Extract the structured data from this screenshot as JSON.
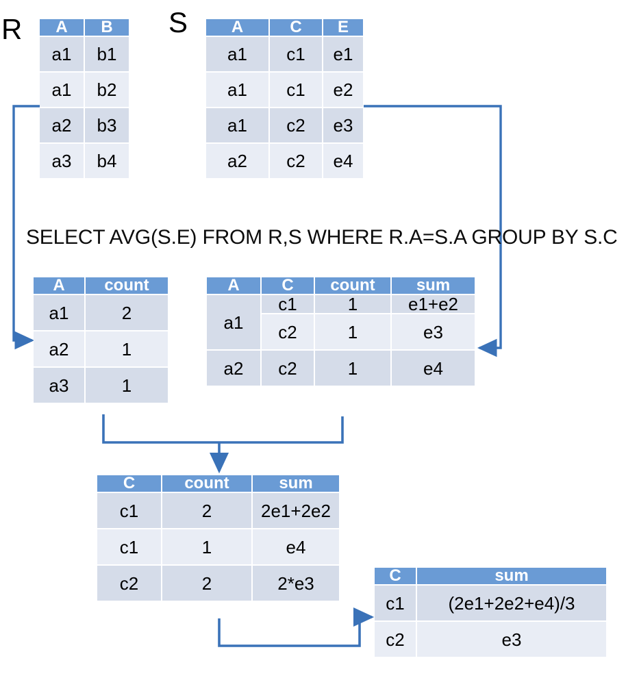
{
  "accent": {
    "header_blue": "#6a9bd5",
    "row_dark": "#d5dce9",
    "row_light": "#e9edf5",
    "arrow_blue": "#3a72b8",
    "text": "#000000"
  },
  "captions": {
    "relation_r": "R",
    "relation_s": "S"
  },
  "query": {
    "sql": "SELECT AVG(S.E) FROM R,S WHERE R.A=S.A GROUP BY S.C"
  },
  "tables": {
    "r": {
      "name": "R",
      "headers": [
        "A",
        "B"
      ],
      "rows": [
        [
          "a1",
          "b1"
        ],
        [
          "a1",
          "b2"
        ],
        [
          "a2",
          "b3"
        ],
        [
          "a3",
          "b4"
        ]
      ]
    },
    "s": {
      "name": "S",
      "headers": [
        "A",
        "C",
        "E"
      ],
      "rows": [
        [
          "a1",
          "c1",
          "e1"
        ],
        [
          "a1",
          "c1",
          "e2"
        ],
        [
          "a1",
          "c2",
          "e3"
        ],
        [
          "a2",
          "c2",
          "e4"
        ]
      ]
    },
    "a_count": {
      "name": "A-count",
      "headers": [
        "A",
        "count"
      ],
      "rows": [
        [
          "a1",
          "2"
        ],
        [
          "a2",
          "1"
        ],
        [
          "a3",
          "1"
        ]
      ]
    },
    "ac_count_sum": {
      "name": "A-C-count-sum",
      "headers": [
        "A",
        "C",
        "count",
        "sum"
      ],
      "rows": [
        {
          "a": "a1",
          "a_rowspan": 2,
          "c": "c1",
          "count": "1",
          "sum": "e1+e2"
        },
        {
          "a": null,
          "c": "c2",
          "count": "1",
          "sum": "e3"
        },
        {
          "a": "a2",
          "a_rowspan": 1,
          "c": "c2",
          "count": "1",
          "sum": "e4"
        }
      ]
    },
    "c_count_sum": {
      "name": "C-count-sum",
      "headers": [
        "C",
        "count",
        "sum"
      ],
      "rows": [
        [
          "c1",
          "2",
          "2e1+2e2"
        ],
        [
          "c1",
          "1",
          "e4"
        ],
        [
          "c2",
          "2",
          "2*e3"
        ]
      ]
    },
    "c_sum_final": {
      "name": "C-sum-final",
      "headers": [
        "C",
        "sum"
      ],
      "rows": [
        [
          "c1",
          "(2e1+2e2+e4)/3"
        ],
        [
          "c2",
          "e3"
        ]
      ]
    }
  },
  "connectors": [
    {
      "id": "r-to-acount",
      "from": "R.a1 row",
      "to": "A-count table"
    },
    {
      "id": "s-to-accountsum",
      "from": "S.e2 row",
      "to": "A-C-count-sum table"
    },
    {
      "id": "merge-to-ccountsum",
      "from": "A-count + A-C-count-sum",
      "to": "C-count-sum table"
    },
    {
      "id": "ccountsum-to-final",
      "from": "C-count-sum table",
      "to": "C-sum-final table"
    }
  ]
}
